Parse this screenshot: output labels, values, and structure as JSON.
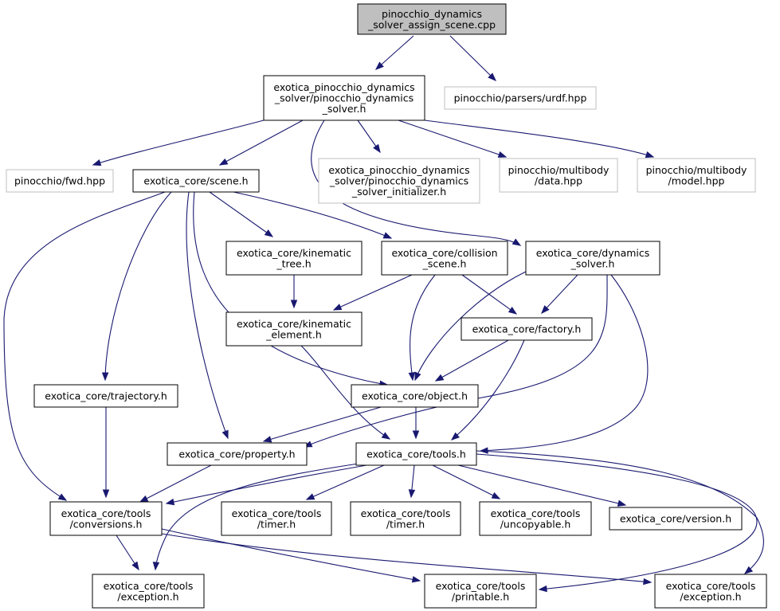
{
  "graph": {
    "colors": {
      "edge": "#191970",
      "root_fill": "#bfbfbf",
      "box_border": "#000000",
      "external_border": "#bfbfbf",
      "background": "#ffffff"
    },
    "nodes": [
      {
        "id": "root",
        "kind": "root",
        "lines": [
          "pinocchio_dynamics",
          "_solver_assign_scene.cpp"
        ]
      },
      {
        "id": "pds",
        "kind": "file",
        "lines": [
          "exotica_pinocchio_dynamics",
          "_solver/pinocchio_dynamics",
          "_solver.h"
        ]
      },
      {
        "id": "urdf",
        "kind": "ext",
        "lines": [
          "pinocchio/parsers/urdf.hpp"
        ]
      },
      {
        "id": "fwd",
        "kind": "ext",
        "lines": [
          "pinocchio/fwd.hpp"
        ]
      },
      {
        "id": "scene",
        "kind": "file",
        "lines": [
          "exotica_core/scene.h"
        ]
      },
      {
        "id": "pdsi",
        "kind": "ext",
        "lines": [
          "exotica_pinocchio_dynamics",
          "_solver/pinocchio_dynamics",
          "_solver_initializer.h"
        ]
      },
      {
        "id": "mbdata",
        "kind": "ext",
        "lines": [
          "pinocchio/multibody",
          "/data.hpp"
        ]
      },
      {
        "id": "mbmodel",
        "kind": "ext",
        "lines": [
          "pinocchio/multibody",
          "/model.hpp"
        ]
      },
      {
        "id": "ktree",
        "kind": "file",
        "lines": [
          "exotica_core/kinematic",
          "_tree.h"
        ]
      },
      {
        "id": "coll",
        "kind": "file",
        "lines": [
          "exotica_core/collision",
          "_scene.h"
        ]
      },
      {
        "id": "dyn",
        "kind": "file",
        "lines": [
          "exotica_core/dynamics",
          "_solver.h"
        ]
      },
      {
        "id": "kelem",
        "kind": "file",
        "lines": [
          "exotica_core/kinematic",
          "_element.h"
        ]
      },
      {
        "id": "factory",
        "kind": "file",
        "lines": [
          "exotica_core/factory.h"
        ]
      },
      {
        "id": "traj",
        "kind": "file",
        "lines": [
          "exotica_core/trajectory.h"
        ]
      },
      {
        "id": "object",
        "kind": "file",
        "lines": [
          "exotica_core/object.h"
        ]
      },
      {
        "id": "prop",
        "kind": "file",
        "lines": [
          "exotica_core/property.h"
        ]
      },
      {
        "id": "tools",
        "kind": "file",
        "lines": [
          "exotica_core/tools.h"
        ]
      },
      {
        "id": "conv",
        "kind": "file",
        "lines": [
          "exotica_core/tools",
          "/conversions.h"
        ]
      },
      {
        "id": "timer1",
        "kind": "file",
        "lines": [
          "exotica_core/tools",
          "/timer.h"
        ]
      },
      {
        "id": "timer2",
        "kind": "file",
        "lines": [
          "exotica_core/tools",
          "/timer.h"
        ]
      },
      {
        "id": "uncop",
        "kind": "file",
        "lines": [
          "exotica_core/tools",
          "/uncopyable.h"
        ]
      },
      {
        "id": "version",
        "kind": "file",
        "lines": [
          "exotica_core/version.h"
        ]
      },
      {
        "id": "exc1",
        "kind": "file",
        "lines": [
          "exotica_core/tools",
          "/exception.h"
        ]
      },
      {
        "id": "printable",
        "kind": "file",
        "lines": [
          "exotica_core/tools",
          "/printable.h"
        ]
      },
      {
        "id": "exc2",
        "kind": "file",
        "lines": [
          "exotica_core/tools",
          "/exception.h"
        ]
      }
    ],
    "edges": [
      [
        "root",
        "pds"
      ],
      [
        "root",
        "urdf"
      ],
      [
        "pds",
        "fwd"
      ],
      [
        "pds",
        "scene"
      ],
      [
        "pds",
        "pdsi"
      ],
      [
        "pds",
        "mbdata"
      ],
      [
        "pds",
        "mbmodel"
      ],
      [
        "pds",
        "dyn"
      ],
      [
        "scene",
        "ktree"
      ],
      [
        "scene",
        "coll"
      ],
      [
        "scene",
        "traj"
      ],
      [
        "scene",
        "prop"
      ],
      [
        "scene",
        "object"
      ],
      [
        "scene",
        "conv"
      ],
      [
        "ktree",
        "kelem"
      ],
      [
        "coll",
        "kelem"
      ],
      [
        "coll",
        "factory"
      ],
      [
        "coll",
        "object"
      ],
      [
        "dyn",
        "factory"
      ],
      [
        "dyn",
        "object"
      ],
      [
        "dyn",
        "prop"
      ],
      [
        "dyn",
        "tools"
      ],
      [
        "kelem",
        "tools"
      ],
      [
        "factory",
        "object"
      ],
      [
        "factory",
        "tools"
      ],
      [
        "traj",
        "conv"
      ],
      [
        "object",
        "prop"
      ],
      [
        "object",
        "tools"
      ],
      [
        "prop",
        "conv"
      ],
      [
        "tools",
        "conv"
      ],
      [
        "tools",
        "timer1"
      ],
      [
        "tools",
        "timer2"
      ],
      [
        "tools",
        "uncop"
      ],
      [
        "tools",
        "version"
      ],
      [
        "tools",
        "exc1"
      ],
      [
        "tools",
        "printable"
      ],
      [
        "tools",
        "exc2"
      ],
      [
        "conv",
        "exc1"
      ],
      [
        "conv",
        "printable"
      ],
      [
        "conv",
        "exc2"
      ]
    ]
  }
}
